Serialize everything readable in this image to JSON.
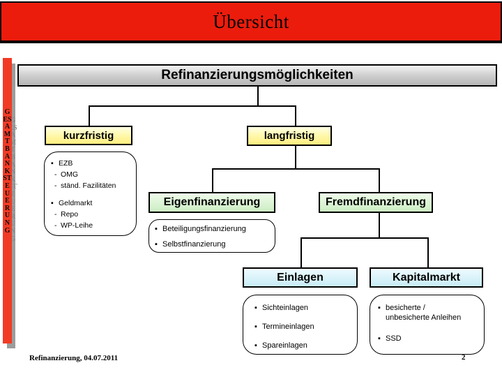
{
  "header": {
    "title": "Übersicht"
  },
  "sidebar": {
    "vertical_text": "GESAMTBANKSTEUERUNG"
  },
  "diagram": {
    "root_label": "Refinanzierungsmöglichkeiten",
    "short_term": {
      "label": "kurzfristig",
      "items": [
        {
          "marker": "▪",
          "text": "EZB",
          "level": 1
        },
        {
          "marker": "-",
          "text": "OMG",
          "level": 2
        },
        {
          "marker": "-",
          "text": "ständ. Fazilitäten",
          "level": 2
        },
        {
          "marker": "▪",
          "text": "Geldmarkt",
          "level": 1
        },
        {
          "marker": "-",
          "text": "Repo",
          "level": 2
        },
        {
          "marker": "-",
          "text": "WP-Leihe",
          "level": 2
        }
      ]
    },
    "long_term": {
      "label": "langfristig"
    },
    "eigenfinanzierung": {
      "label": "Eigenfinanzierung",
      "items": [
        {
          "marker": "▪",
          "text": "Beteiligungsfinanzierung"
        },
        {
          "marker": "▪",
          "text": "Selbstfinanzierung"
        }
      ]
    },
    "fremdfinanzierung": {
      "label": "Fremdfinanzierung"
    },
    "einlagen": {
      "label": "Einlagen",
      "items": [
        {
          "marker": "▪",
          "text": "Sichteinlagen"
        },
        {
          "marker": "▪",
          "text": "Termineinlagen"
        },
        {
          "marker": "▪",
          "text": "Spareinlagen"
        }
      ]
    },
    "kapitalmarkt": {
      "label": "Kapitalmarkt",
      "items": [
        {
          "marker": "▪",
          "text": "besicherte /\nunbesicherte Anleihen"
        },
        {
          "marker": "▪",
          "text": "SSD"
        }
      ]
    }
  },
  "footer": {
    "left_text": "Refinanzierung, 04.07.2011",
    "page_number": "2"
  },
  "colors": {
    "header_red": "#EC1C0C",
    "banner_red": "#F23B25",
    "banner_shadow_gray": "#9C9C9C",
    "root_gray": "#C6C6C6",
    "term_yellow": "#FFEE7E",
    "finance_green": "#CDEEC4",
    "market_cyan": "#C8ECF6",
    "line_black": "#000000"
  }
}
